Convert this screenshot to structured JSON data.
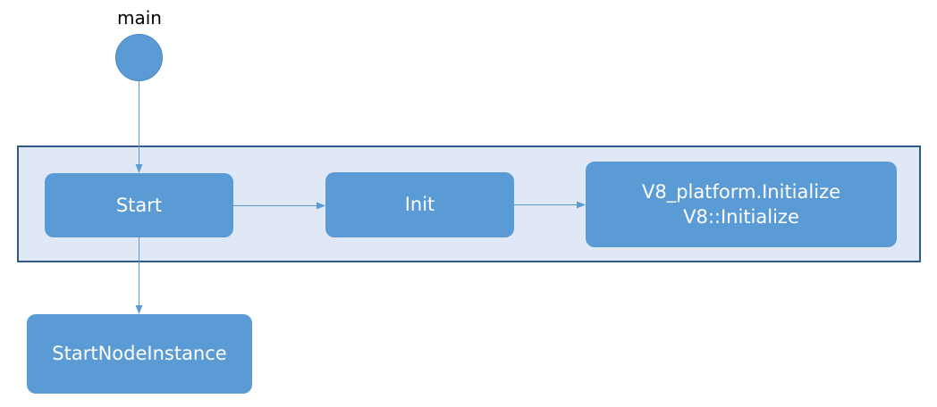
{
  "diagram": {
    "start_label": "main",
    "nodes": {
      "start": "Start",
      "init": "Init",
      "v8_line1": "V8_platform.Initialize",
      "v8_line2": "V8::Initialize",
      "start_node_instance": "StartNodeInstance"
    }
  },
  "colors": {
    "node_fill": "#5b9bd5",
    "frame_fill": "#dfe8f4",
    "frame_border": "#2f5a8a",
    "edge": "#5b9bd5"
  }
}
